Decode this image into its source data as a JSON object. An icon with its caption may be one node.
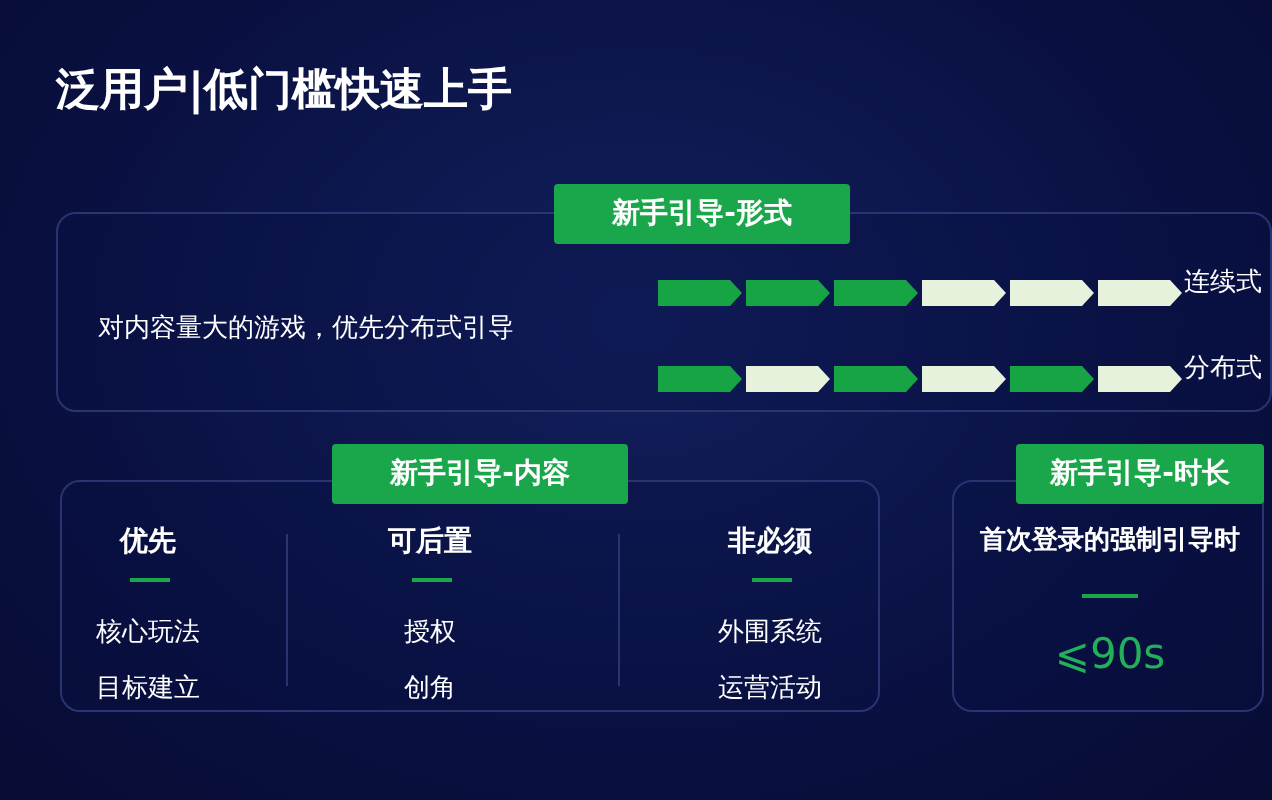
{
  "diagram": {
    "title": "泛用户|低门槛快速上手",
    "nodes": [
      {
        "text": [
          "新手引导-形式"
        ]
      },
      {
        "text": [
          "对内容量大的游戏，优先分布式引导"
        ]
      },
      {
        "text": [],
        "shape": "arrow",
        "in": 1
      },
      {
        "text": [],
        "shape": "arrow",
        "in": 1
      },
      {
        "text": [],
        "shape": "arrow",
        "in": 1
      },
      {
        "text": [],
        "shape": "arrow",
        "in": 1
      },
      {
        "text": [],
        "shape": "arrow",
        "in": 1
      },
      {
        "text": [],
        "shape": "arrow",
        "in": 1
      },
      {
        "text": [],
        "shape": "arrow",
        "in": 1
      },
      {
        "text": [],
        "shape": "arrow",
        "in": 1
      },
      {
        "text": [],
        "shape": "arrow",
        "in": 1
      },
      {
        "text": [],
        "shape": "arrow",
        "in": 1
      },
      {
        "text": [],
        "shape": "arrow",
        "in": 1
      },
      {
        "text": [],
        "shape": "arrow",
        "in": 1
      },
      {
        "text": [
          "新手引导-内容"
        ]
      },
      {
        "text": [],
        "shape": "box"
      },
      {
        "text": [
          "新手引导-时长"
        ]
      },
      {
        "text": [
          "首次登录的强制引导时",
          "⩽90s"
        ]
      }
    ],
    "edges": [],
    "labels": [
      "连续式",
      "分布式",
      "优先",
      "可后置",
      "非必须",
      "核心玩法",
      "目标建立",
      "授权",
      "创角",
      "外围系统",
      "运营活动"
    ]
  }
}
